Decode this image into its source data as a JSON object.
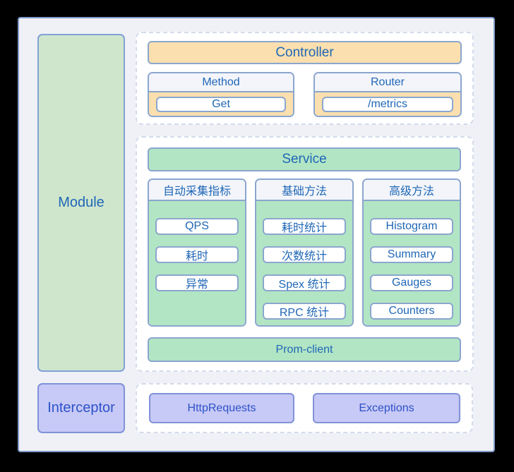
{
  "module": {
    "label": "Module"
  },
  "interceptor": {
    "label": "Interceptor"
  },
  "controller_group": {
    "title": "Controller",
    "method": {
      "header": "Method",
      "value": "Get"
    },
    "router": {
      "header": "Router",
      "value": "/metrics"
    }
  },
  "service_group": {
    "title": "Service",
    "columns": [
      {
        "header": "自动采集指标",
        "items": [
          "QPS",
          "耗时",
          "异常"
        ]
      },
      {
        "header": "基础方法",
        "items": [
          "耗时统计",
          "次数统计",
          "Spex 统计",
          "RPC 统计"
        ]
      },
      {
        "header": "高级方法",
        "items": [
          "Histogram",
          "Summary",
          "Gauges",
          "Counters"
        ]
      }
    ],
    "footer": "Prom-client"
  },
  "interceptor_group": {
    "items": [
      "HttpRequests",
      "Exceptions"
    ]
  },
  "colors": {
    "canvas": "#000000",
    "card_bg": "#eff1f6",
    "card_border": "#7e99ca",
    "dashed_border": "#d3dbeb",
    "orange": "#fbdfae",
    "mint_green": "#b2e5c4",
    "sage_green": "#cfe6cd",
    "lavender": "#c7c9f6",
    "box_border": "#8ba6ce",
    "blue_text": "#1f67b6",
    "indigo_text": "#2d52c8"
  }
}
